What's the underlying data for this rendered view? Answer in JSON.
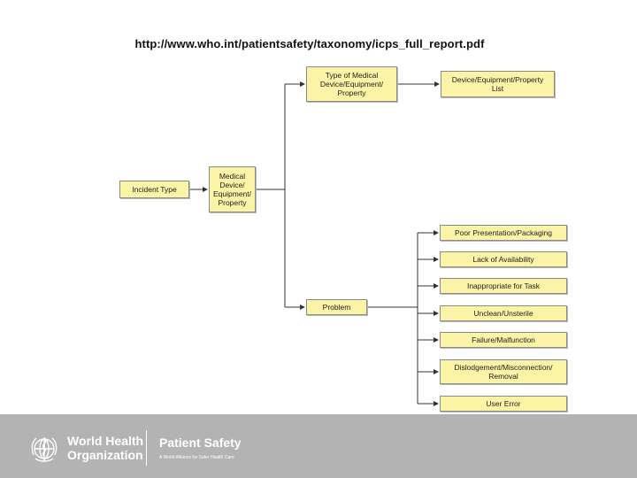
{
  "header": {
    "url": "http://www.who.int/patientsafety/taxonomy/icps_full_report.pdf"
  },
  "diagram": {
    "incident_type": "Incident Type",
    "device": "Medical\nDevice/\nEquipment/\nProperty",
    "type_of_device": "Type of Medical\nDevice/Equipment/\nProperty",
    "device_list": "Device/Equipment/Property\nList",
    "problem": "Problem",
    "problems": [
      "Poor Presentation/Packaging",
      "Lack of Availability",
      "Inappropriate for Task",
      "Unclean/Unsterile",
      "Failure/Malfunction",
      "Dislodgement/Misconnection/\nRemoval",
      "User Error"
    ]
  },
  "footer": {
    "org_name": "World Health\nOrganization",
    "program": "Patient Safety",
    "tagline": "A World Alliance for Safer Health Care",
    "emblem_icon": "who-emblem-icon"
  }
}
